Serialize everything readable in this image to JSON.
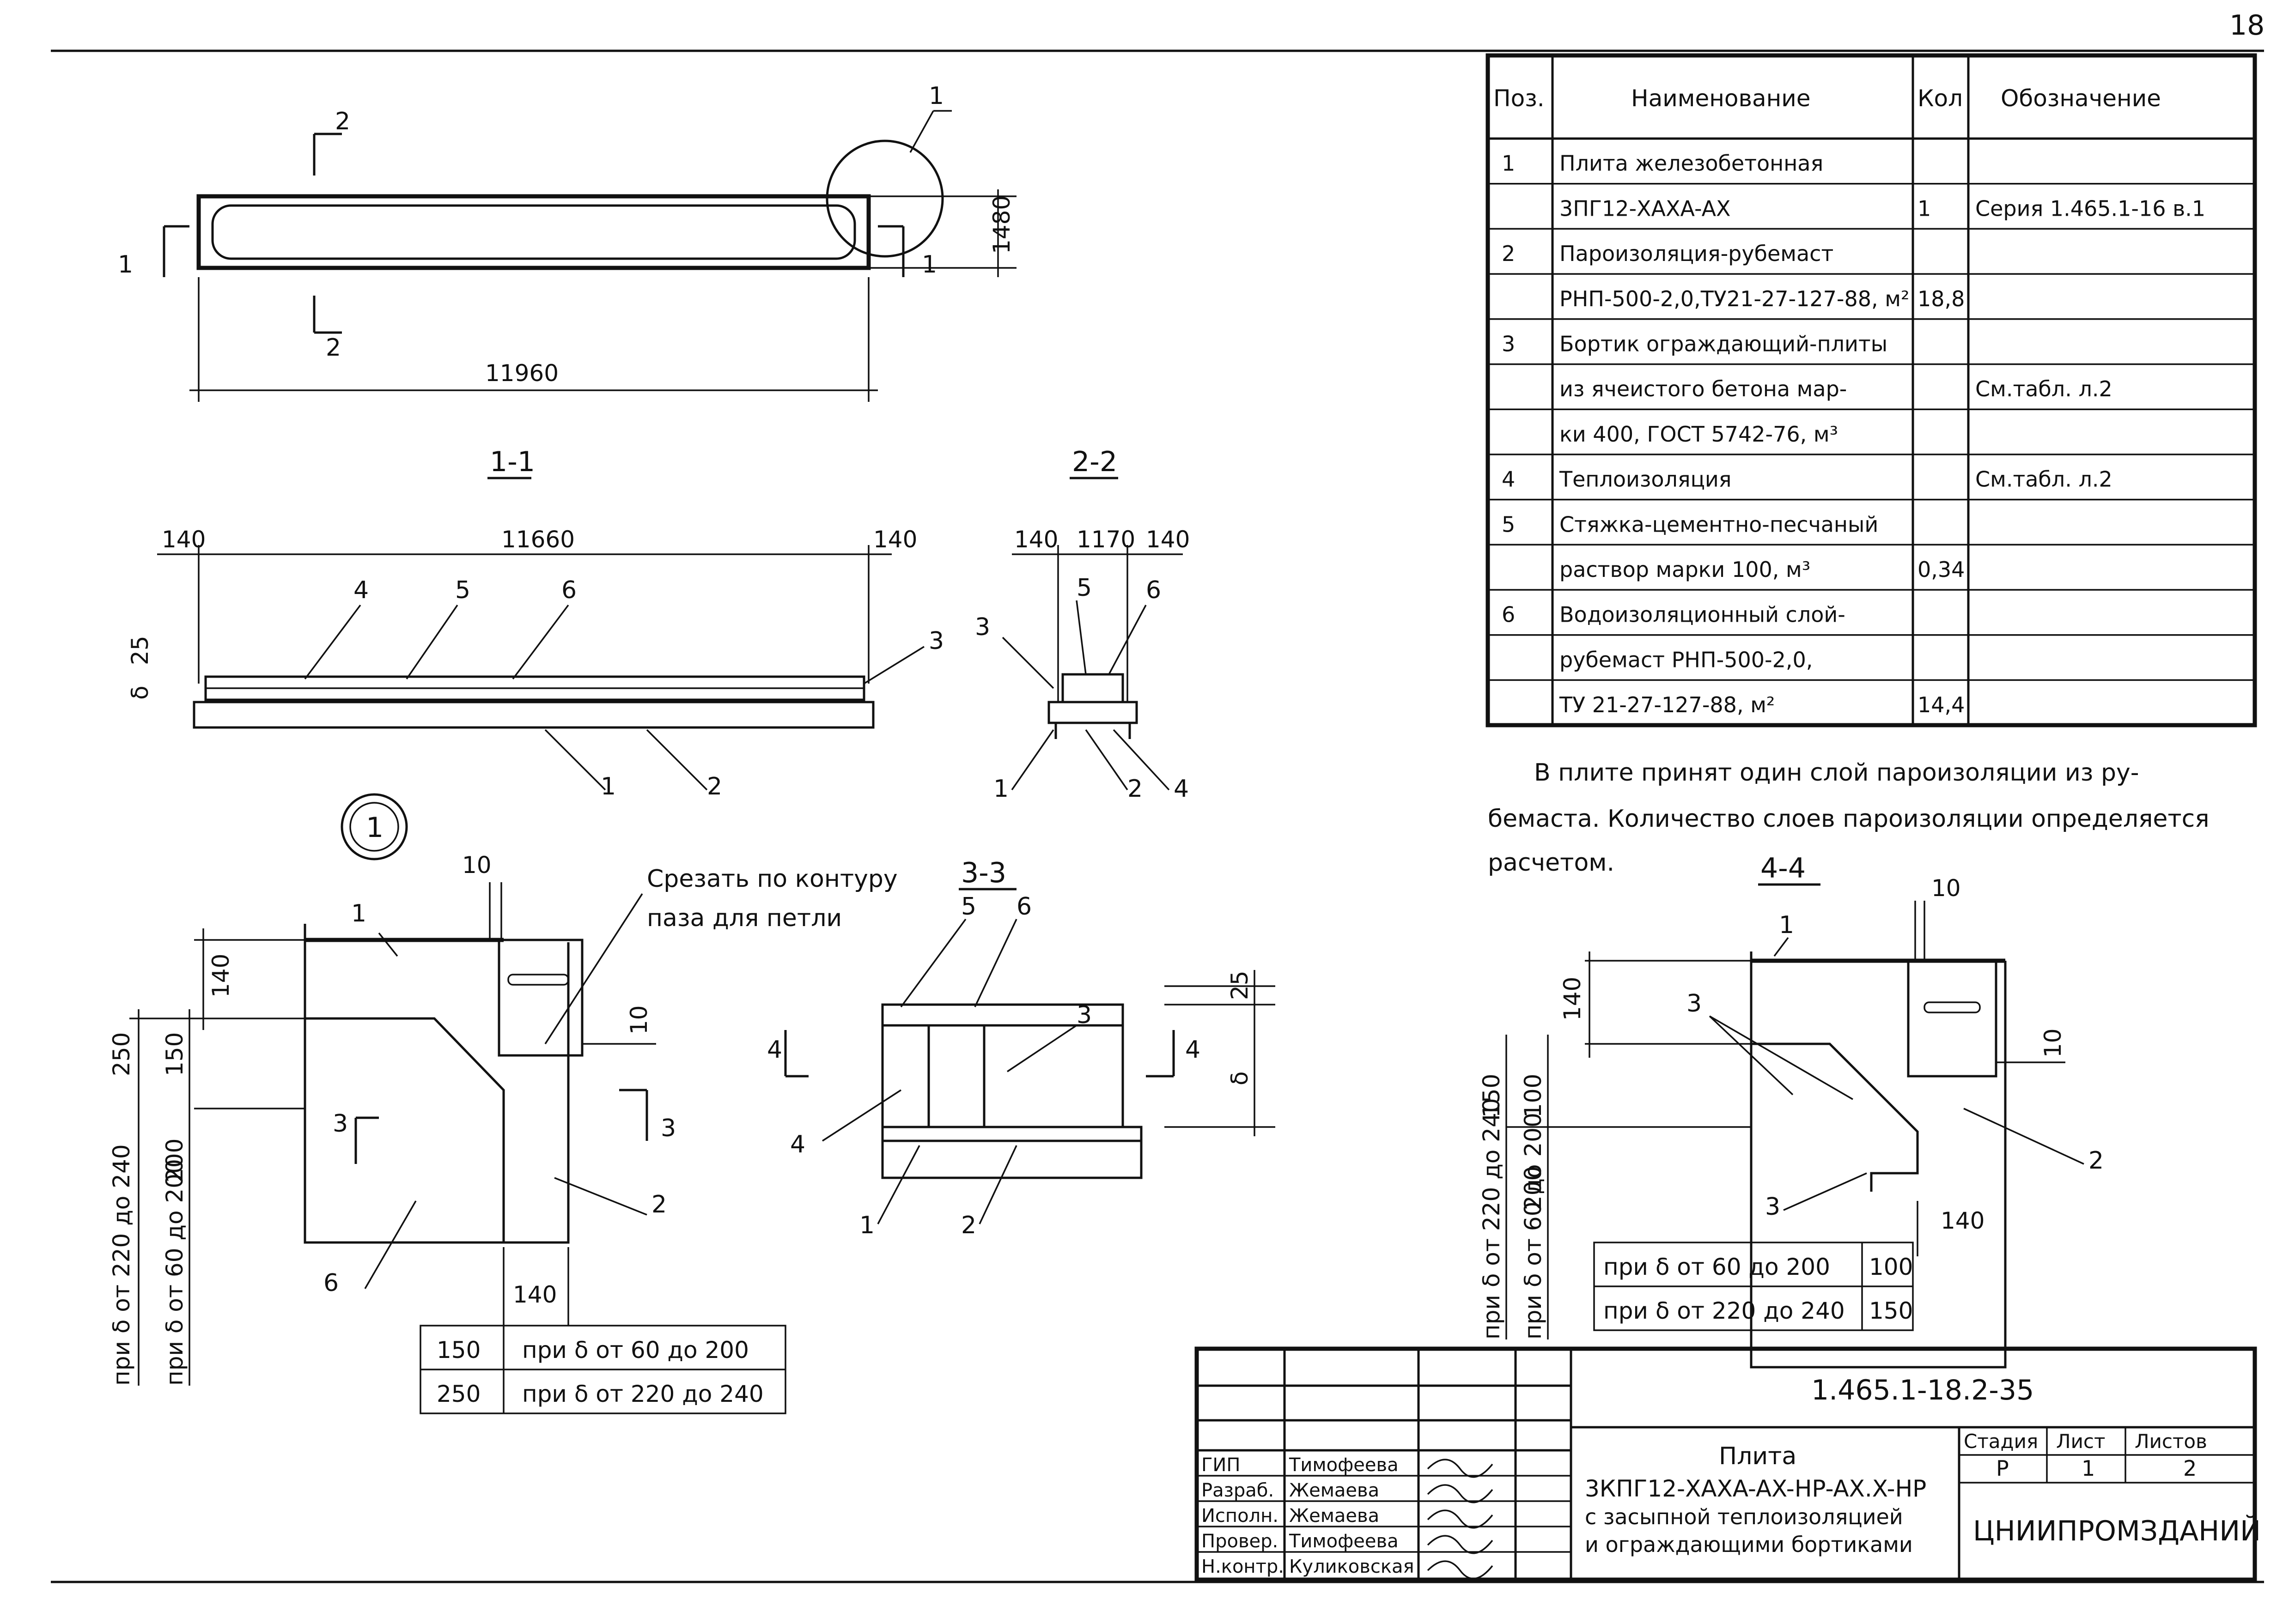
{
  "page_number": "18",
  "plan": {
    "length": "11960",
    "width": "1480",
    "callout": "1",
    "cut1": "1",
    "cut2": "2"
  },
  "section_1_1": {
    "title": "1-1",
    "left": "140",
    "span": "11660",
    "right": "140",
    "delta": "δ",
    "screed": "25",
    "pos": [
      "4",
      "5",
      "6",
      "3",
      "1",
      "2"
    ]
  },
  "section_2_2": {
    "title": "2-2",
    "dims": [
      "140",
      "1170",
      "140"
    ],
    "pos": [
      "3",
      "5",
      "6",
      "1",
      "2",
      "4"
    ]
  },
  "detail_1": {
    "title": "1",
    "note_line1": "Срезать по контуру",
    "note_line2": "паза для петли",
    "d10": "10",
    "d140": "140",
    "d250": "250",
    "d150": "150",
    "d200": "200",
    "side1": "при δ от 220 до 240",
    "side2": "при δ от 60 до 200",
    "d140b": "140",
    "rows": [
      {
        "v": "150",
        "t": "при δ от 60 до 200"
      },
      {
        "v": "250",
        "t": "при δ от 220 до 240"
      }
    ],
    "pos": [
      "1",
      "2",
      "3",
      "6"
    ]
  },
  "section_3_3": {
    "title": "3-3",
    "d25": "25",
    "delta": "δ",
    "pos": [
      "5",
      "6",
      "3",
      "4",
      "1",
      "2"
    ],
    "cut": "4"
  },
  "section_4_4": {
    "title": "4-4",
    "d10a": "10",
    "d10b": "10",
    "d140": "140",
    "d150": "150",
    "d100": "100",
    "d200": "200",
    "side1": "при δ от 220 до 240",
    "side2": "при δ от 60 до 200",
    "rows": [
      {
        "t": "при δ от 60 до 200",
        "v": "100"
      },
      {
        "t": "при δ от 220 до 240",
        "v": "150"
      }
    ],
    "pos": [
      "1",
      "3",
      "3",
      "2"
    ]
  },
  "spec_table": {
    "headers": [
      "Поз.",
      "Наименование",
      "Кол",
      "Обозначение"
    ],
    "rows": [
      [
        "1",
        "Плита железобетонная",
        "",
        ""
      ],
      [
        "",
        "3ПГ12-XAXA-AX",
        "1",
        "Серия 1.465.1-16 в.1"
      ],
      [
        "2",
        "Пароизоляция-рубемаст",
        "",
        ""
      ],
      [
        "",
        "РНП-500-2,0,ТУ21-27-127-88, м²",
        "18,8",
        ""
      ],
      [
        "3",
        "Бортик ограждающий-плиты",
        "",
        ""
      ],
      [
        "",
        "из ячеистого бетона мар-",
        "",
        "См.табл. л.2"
      ],
      [
        "",
        "ки 400, ГОСТ 5742-76,   м³",
        "",
        ""
      ],
      [
        "4",
        "Теплоизоляция",
        "",
        "См.табл. л.2"
      ],
      [
        "5",
        "Стяжка-цементно-песчаный",
        "",
        ""
      ],
      [
        "",
        "раствор марки 100,    м³",
        "0,34",
        ""
      ],
      [
        "6",
        "Водоизоляционный слой-",
        "",
        ""
      ],
      [
        "",
        "рубемаст РНП-500-2,0,",
        "",
        ""
      ],
      [
        "",
        "ТУ 21-27-127-88,       м²",
        "14,4",
        ""
      ]
    ]
  },
  "note": {
    "line1": "В плите принят один слой пароизоляции из ру-",
    "line2": "бемаста. Количество слоев пароизоляции определяется",
    "line3": "расчетом."
  },
  "title_block": {
    "code": "1.465.1-18.2-35",
    "name_line1": "Плита",
    "name_line2": "3КПГ12-XAXA-AX-HP-AX.X-HP",
    "name_line3": "с засыпной теплоизоляцией",
    "name_line4": "и ограждающими бортиками",
    "stage_h": "Стадия",
    "sheet_h": "Лист",
    "sheets_h": "Листов",
    "stage": "Р",
    "sheet": "1",
    "sheets": "2",
    "org": "ЦНИИПРОМЗДАНИЙ",
    "people": [
      {
        "role": "ГИП",
        "name": "Тимофеева"
      },
      {
        "role": "Разраб.",
        "name": "Жемаева"
      },
      {
        "role": "Исполн.",
        "name": "Жемаева"
      },
      {
        "role": "Провер.",
        "name": "Тимофеева"
      },
      {
        "role": "Н.контр.",
        "name": "Куликовская"
      }
    ]
  }
}
